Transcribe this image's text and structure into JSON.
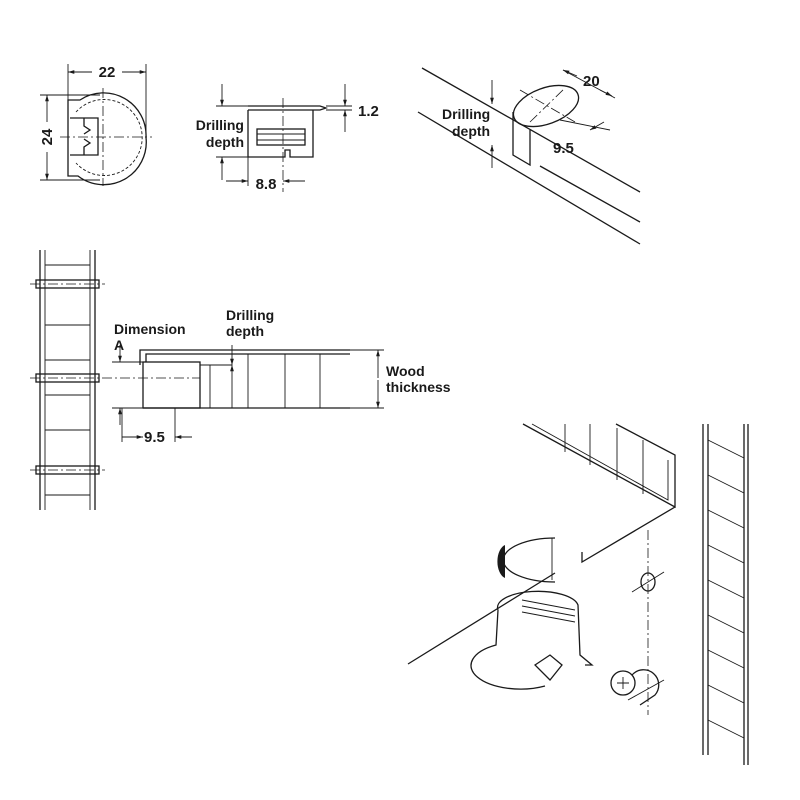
{
  "top_view": {
    "width_dim": "22",
    "height_dim": "24"
  },
  "side_view": {
    "drilling_line1": "Drilling",
    "drilling_line2": "depth",
    "offset_dim": "8.8",
    "lip_dim": "1.2"
  },
  "iso_view": {
    "drilling_line1": "Drilling",
    "drilling_line2": "depth",
    "diameter_dim": "20",
    "offset_dim": "9.5"
  },
  "section_view": {
    "dimension_line1": "Dimension",
    "dimension_line2": "A",
    "drilling_line1": "Drilling",
    "drilling_line2": "depth",
    "wood_line1": "Wood",
    "wood_line2": "thickness",
    "offset_dim": "9.5"
  }
}
